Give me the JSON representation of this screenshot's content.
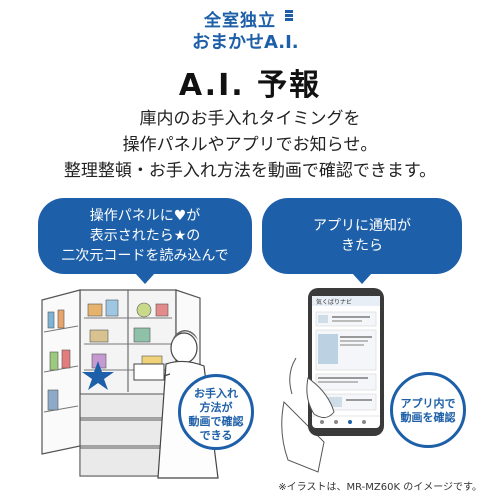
{
  "logo": {
    "line1": "全室独立",
    "line2": "おまかせA.I."
  },
  "title": "A.I. 予報",
  "description": [
    "庫内のお手入れタイミングを",
    "操作パネルやアプリでお知らせ。",
    "整理整頓・お手入れ方法を動画で確認できます。"
  ],
  "bubble_left": [
    "操作パネルに♥が",
    "表示されたら★の",
    "二次元コードを読み込んで"
  ],
  "bubble_right": [
    "アプリに通知が",
    "きたら"
  ],
  "callout_fridge": [
    "お手入れ",
    "方法が",
    "動画で確認",
    "できる"
  ],
  "callout_app": [
    "アプリ内で",
    "動画を確認"
  ],
  "phone": {
    "header": "気くばりナビ"
  },
  "note": "※イラストは、MR-MZ60K のイメージです。",
  "colors": {
    "brand_blue": "#1d5fa8",
    "star_blue": "#1d5fa8"
  }
}
